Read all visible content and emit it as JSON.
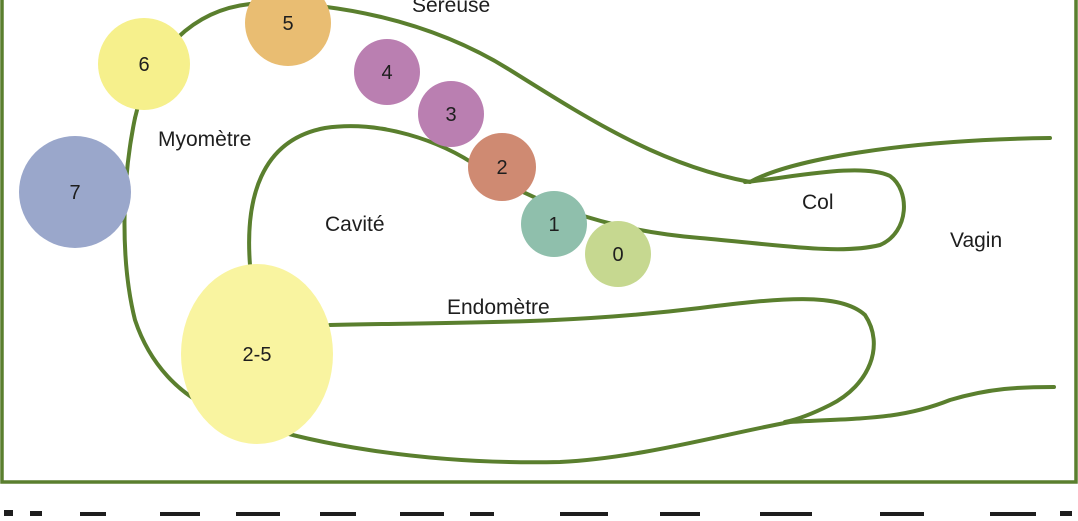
{
  "labels": {
    "sereuse": "Séreuse",
    "myometre": "Myomètre",
    "cavite": "Cavité",
    "endometre": "Endomètre",
    "col": "Col",
    "vagin": "Vagin"
  },
  "stages": [
    {
      "label": "0",
      "color": "#c6d890"
    },
    {
      "label": "1",
      "color": "#8fbfac"
    },
    {
      "label": "2",
      "color": "#cf8a72"
    },
    {
      "label": "3",
      "color": "#ba7fb1"
    },
    {
      "label": "4",
      "color": "#ba7fb1"
    },
    {
      "label": "5",
      "color": "#e9bd72"
    },
    {
      "label": "6",
      "color": "#f6f08c"
    },
    {
      "label": "7",
      "color": "#9aa7cb"
    },
    {
      "label": "2-5",
      "color": "#f9f4a0"
    }
  ],
  "colors": {
    "outline": "#5a7f2e"
  }
}
